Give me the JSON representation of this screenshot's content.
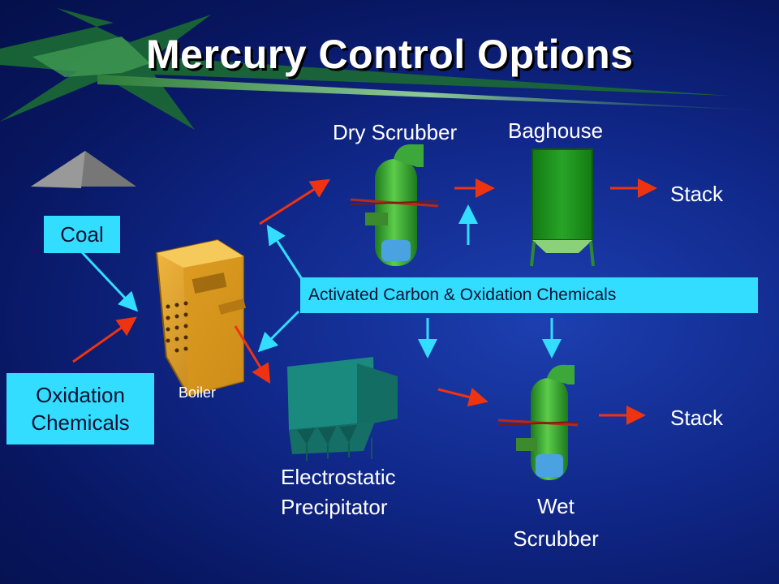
{
  "title": "Mercury Control Options",
  "labels": {
    "dry_scrubber": "Dry Scrubber",
    "baghouse": "Baghouse",
    "stack_top": "Stack",
    "stack_bottom": "Stack",
    "coal": "Coal",
    "oxidation_line1": "Oxidation",
    "oxidation_line2": "Chemicals",
    "boiler": "Boiler",
    "activated_carbon": "Activated Carbon & Oxidation Chemicals",
    "esp_line1": "Electrostatic",
    "esp_line2": "Precipitator",
    "wet_line1": "Wet",
    "wet_line2": "Scrubber"
  },
  "colors": {
    "background": "#10288a",
    "label_box": "#33ddff",
    "flow_arrow": "#ee3311",
    "injection_arrow": "#33ddff",
    "scrubber_body": "#2fa82f",
    "baghouse_body": "#1f8f1f",
    "esp_body": "#1a8a7e",
    "boiler_body": "#d99a1f"
  },
  "icons": {
    "logo": "green-starburst-logo",
    "coal_pile": "coal-pile-icon",
    "boiler": "boiler-icon",
    "dry_scrubber": "scrubber-tower-icon",
    "baghouse": "baghouse-icon",
    "esp": "electrostatic-precipitator-icon",
    "wet_scrubber": "scrubber-tower-icon"
  }
}
